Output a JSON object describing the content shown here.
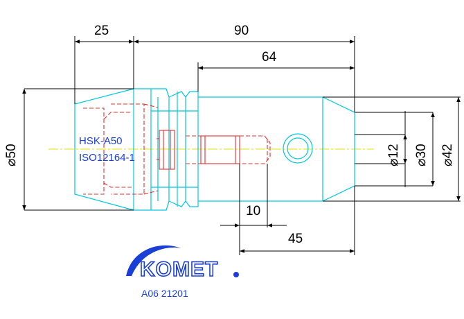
{
  "dimensions": {
    "d25": "25",
    "d90": "90",
    "d64": "64",
    "d50": "⌀50",
    "d12": "⌀12",
    "d30": "⌀30",
    "d42": "⌀42",
    "d10": "10",
    "d45": "45"
  },
  "labels": {
    "interface": "HSK-A50",
    "standard": "ISO12164-1"
  },
  "logo": {
    "brand": "KOMET"
  },
  "part_number": "A06 21201",
  "colors": {
    "outline": "#00c8e0",
    "hidden": "#e03030",
    "centerline": "#e8e000",
    "text_blue": "#1a3fd6",
    "dimension": "#000000"
  }
}
